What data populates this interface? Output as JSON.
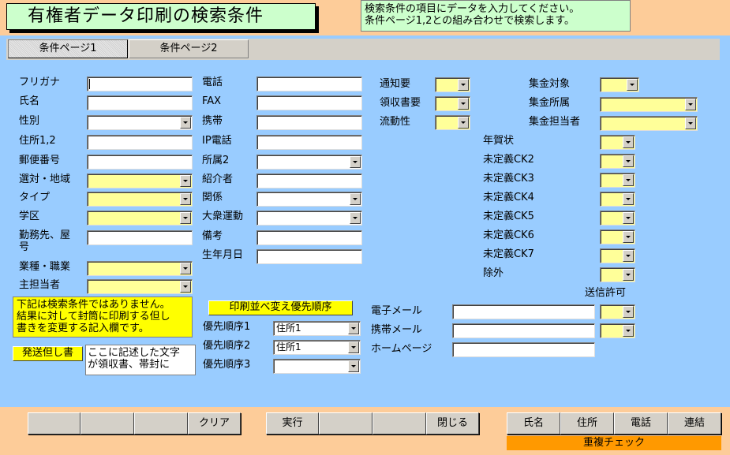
{
  "title": "有権者データ印刷の検索条件",
  "help": [
    "検索条件の項目にデータを入力してください。",
    "条件ページ1,2との組み合わせで検索します。"
  ],
  "tabs": [
    "条件ページ1",
    "条件ページ2"
  ],
  "col1": {
    "labels": [
      "フリガナ",
      "氏名",
      "性別",
      "住所1,2",
      "郵便番号",
      "選対・地域",
      "タイプ",
      "学区",
      "勤務先、屋",
      "号",
      "業種・職業",
      "主担当者"
    ]
  },
  "col2": {
    "labels": [
      "電話",
      "FAX",
      "携帯",
      "IP電話",
      "所属2",
      "紹介者",
      "関係",
      "大衆運動",
      "備考",
      "生年月日"
    ]
  },
  "col3": {
    "labels": [
      "通知要",
      "領収書要",
      "流動性"
    ]
  },
  "col4": {
    "labels": [
      "集金対象",
      "集金所属",
      "集金担当者"
    ]
  },
  "col5": {
    "labels": [
      "年賀状",
      "未定義CK2",
      "未定義CK3",
      "未定義CK4",
      "未定義CK5",
      "未定義CK6",
      "未定義CK7",
      "除外"
    ]
  },
  "send_permission": "送信許可",
  "contact": {
    "labels": [
      "電子メール",
      "携帯メール",
      "ホームページ"
    ]
  },
  "note": [
    "下記は検索条件ではありません。",
    "結果に対して封筒に印刷する但し",
    "書きを変更する記入欄です。"
  ],
  "ship_button": "発送但し書",
  "memo": [
    "ここに記述した文字",
    "が領収書、帯封に"
  ],
  "sort": {
    "button": "印刷並べ変え優先順序",
    "labels": [
      "優先順序1",
      "優先順序2",
      "優先順序3"
    ],
    "values": [
      "住所1",
      "住所1",
      ""
    ]
  },
  "buttons": {
    "clear": "クリア",
    "run": "実行",
    "close": "閉じる",
    "name": "氏名",
    "address": "住所",
    "phone": "電話",
    "link": "連結"
  },
  "dup_check": "重複チェック"
}
